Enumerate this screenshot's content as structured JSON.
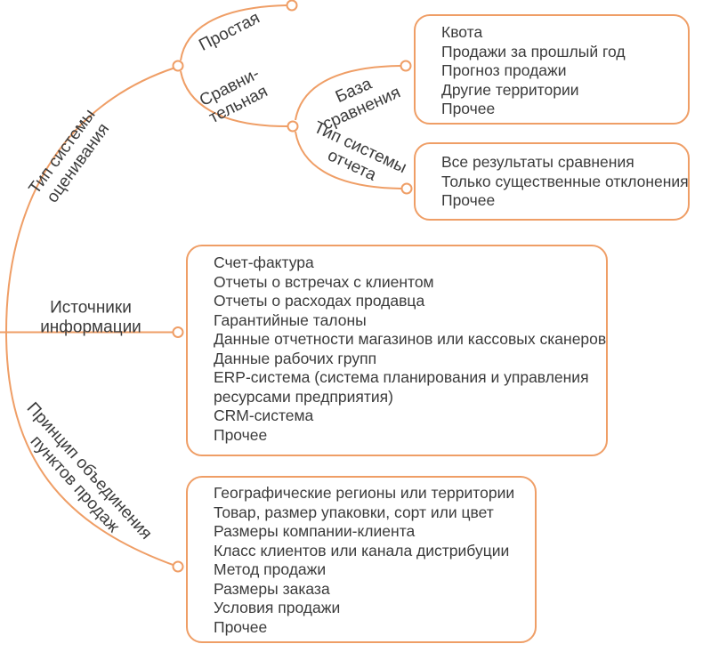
{
  "colors": {
    "accent": "#ef9e66",
    "text": "#3b3b3b",
    "background": "#ffffff"
  },
  "branches": {
    "evaluation_type": {
      "line1": "Тип системы",
      "line2": "оценивания"
    },
    "simple": {
      "label": "Простая"
    },
    "comparative": {
      "line1": "Сравни-",
      "line2": "тельная"
    },
    "comparison_base": {
      "line1": "База",
      "line2": "сравнения"
    },
    "report_type": {
      "line1": "Тип системы",
      "line2": "отчета"
    },
    "info_sources": {
      "line1": "Источники",
      "line2": "информации"
    },
    "grouping_principle": {
      "line1": "Принцип объединения",
      "line2": "пунктов продаж"
    }
  },
  "boxes": {
    "comparison_base_items": [
      "Квота",
      "Продажи за прошлый год",
      "Прогноз продажи",
      "Другие территории",
      "Прочее"
    ],
    "report_type_items": [
      "Все результаты сравнения",
      "Только существенные отклонения",
      "Прочее"
    ],
    "info_sources_items": [
      "Счет-фактура",
      "Отчеты о встречах с клиентом",
      "Отчеты о расходах продавца",
      "Гарантийные талоны",
      "Данные отчетности магазинов или кассовых сканеров",
      "Данные рабочих групп",
      "ERP-система (система планирования и управления ресурсами предприятия)",
      "CRM-система",
      "Прочее"
    ],
    "grouping_items": [
      "Географические регионы или территории",
      "Товар, размер упаковки, сорт или цвет",
      "Размеры компании-клиента",
      "Класс клиентов или канала дистрибуции",
      "Метод продажи",
      "Размеры заказа",
      "Условия продажи",
      "Прочее"
    ]
  }
}
